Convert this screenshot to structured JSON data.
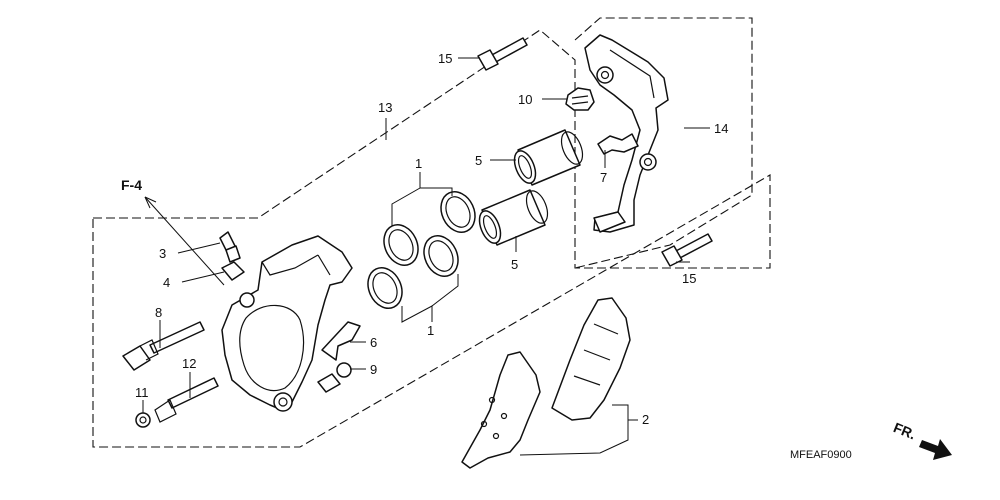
{
  "diagram": {
    "reference_label": "F-4",
    "diagram_code": "MFEAF0900",
    "direction_label": "FR.",
    "callouts": {
      "c1a": "1",
      "c1b": "1",
      "c2": "2",
      "c3": "3",
      "c4": "4",
      "c5a": "5",
      "c5b": "5",
      "c6": "6",
      "c7": "7",
      "c8": "8",
      "c9": "9",
      "c10": "10",
      "c11": "11",
      "c12": "12",
      "c13": "13",
      "c14": "14",
      "c15a": "15",
      "c15b": "15"
    }
  }
}
